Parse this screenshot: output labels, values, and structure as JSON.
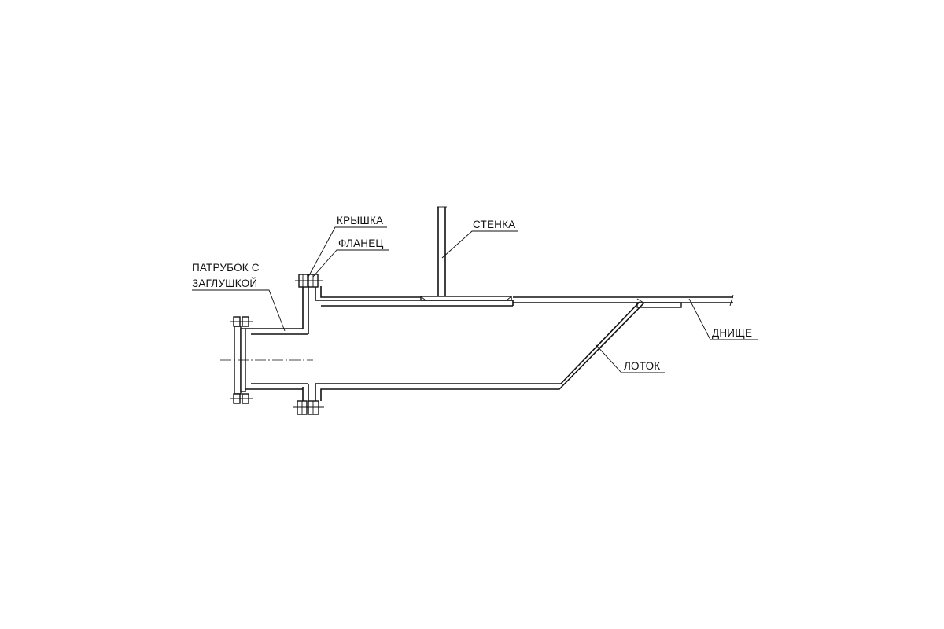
{
  "labels": {
    "kryshka": "КРЫШКА",
    "flanets": "ФЛАНЕЦ",
    "patrubok_line1": "ПАТРУБОК С",
    "patrubok_line2": "ЗАГЛУШКОЙ",
    "stenka": "СТЕНКА",
    "dnishche": "ДНИЩЕ",
    "lotok": "ЛОТОК"
  },
  "colors": {
    "line": "#111111",
    "background": "#ffffff"
  }
}
